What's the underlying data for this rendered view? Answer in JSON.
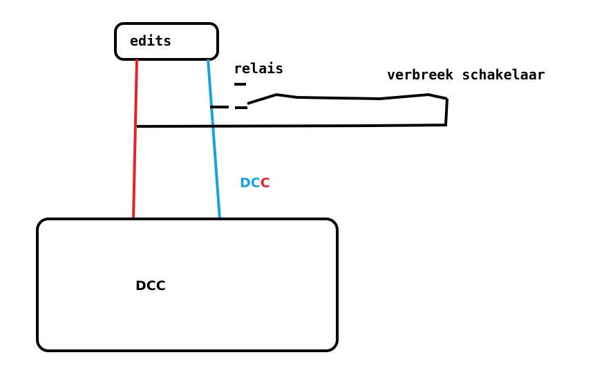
{
  "colors": {
    "background": "#ffffff",
    "stroke": "#000000",
    "red_wire": "#e8202a",
    "blue_wire": "#1aa0e0",
    "dcc_letter_red": "#e8202a",
    "dcc_letter_blue": "#1aa0e0"
  },
  "labels": {
    "edits": "edits",
    "relais": "relais",
    "switch": "verbreek schakelaar",
    "dcc_wire_part1": "DC",
    "dcc_wire_part2": "C",
    "dcc_box": "DCC"
  }
}
